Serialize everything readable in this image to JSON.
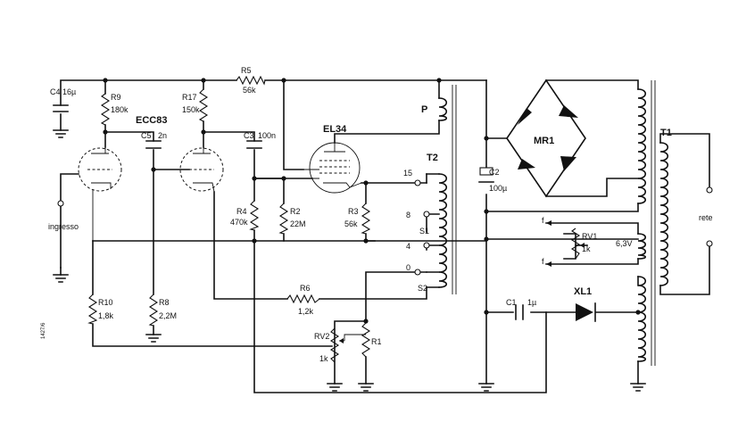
{
  "tubes": {
    "preamp": "ECC83",
    "power": "EL34"
  },
  "resistors": {
    "r1": {
      "ref": "R1"
    },
    "r2": {
      "ref": "R2",
      "value": "22M"
    },
    "r3": {
      "ref": "R3",
      "value": "56k"
    },
    "r4": {
      "ref": "R4",
      "value": "470k"
    },
    "r5": {
      "ref": "R5",
      "value": "56k"
    },
    "r6": {
      "ref": "R6",
      "value": "1,2k"
    },
    "r8": {
      "ref": "R8",
      "value": "2,2M"
    },
    "r9": {
      "ref": "R9",
      "value": "180k"
    },
    "r10": {
      "ref": "R10",
      "value": "1,8k"
    },
    "r17": {
      "ref": "R17",
      "value": "150k"
    }
  },
  "capacitors": {
    "c1": {
      "ref": "C1",
      "value": "1µ"
    },
    "c2": {
      "ref": "C2",
      "value": "100µ"
    },
    "c3": {
      "ref": "C3",
      "value": "100n"
    },
    "c4": {
      "ref": "C4",
      "value": "16µ"
    },
    "c5": {
      "ref": "C5",
      "value": "2n"
    }
  },
  "potentiometers": {
    "rv1": {
      "ref": "RV1",
      "value": "1k"
    },
    "rv2": {
      "ref": "RV2",
      "value": "1k"
    }
  },
  "rectifier": {
    "ref": "MR1"
  },
  "diode": {
    "ref": "XL1"
  },
  "transformers": {
    "output": "T2",
    "mains": "T1"
  },
  "winding_labels": {
    "primary": "P",
    "s1": "S1",
    "s2": "S2",
    "heater": "6,3V"
  },
  "taps": {
    "t15": "15",
    "t8": "8",
    "t4": "4",
    "t0": "0"
  },
  "filament_marks": {
    "f_top": "f",
    "f_bottom": "f"
  },
  "terminals": {
    "input": "ingresso",
    "mains": "rete"
  },
  "side_note": "1427/6"
}
